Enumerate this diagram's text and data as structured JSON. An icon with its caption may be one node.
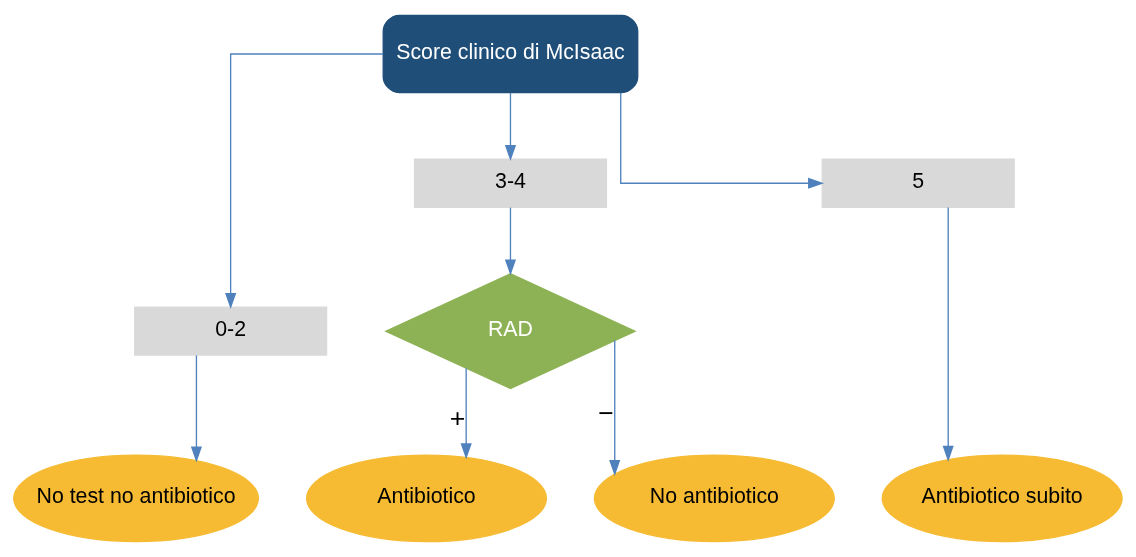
{
  "diagram": {
    "nodes": [
      {
        "text": [
          "Score clinico di McIsaac"
        ]
      },
      {
        "text": [
          "0-2"
        ]
      },
      {
        "text": [
          "3-4"
        ]
      },
      {
        "text": [
          "5"
        ]
      },
      {
        "text": [
          "RAD"
        ]
      },
      {
        "text": [
          "No test no antibiotico"
        ]
      },
      {
        "text": [
          "Antibiotico"
        ]
      },
      {
        "text": [
          "No antibiotico"
        ]
      },
      {
        "text": [
          "Antibiotico subito"
        ]
      }
    ],
    "edges": [
      {
        "from": 0,
        "to": 1,
        "arrow": "to"
      },
      {
        "from": 0,
        "to": 2,
        "arrow": "to"
      },
      {
        "from": 0,
        "to": 3,
        "arrow": "to"
      },
      {
        "from": 1,
        "to": 5,
        "arrow": "to"
      },
      {
        "from": 2,
        "to": 4,
        "arrow": "to"
      },
      {
        "from": 4,
        "to": 6,
        "arrow": "to",
        "label": "+"
      },
      {
        "from": 4,
        "to": 7,
        "arrow": "to",
        "label": "−"
      },
      {
        "from": 3,
        "to": 8,
        "arrow": "to"
      }
    ]
  }
}
